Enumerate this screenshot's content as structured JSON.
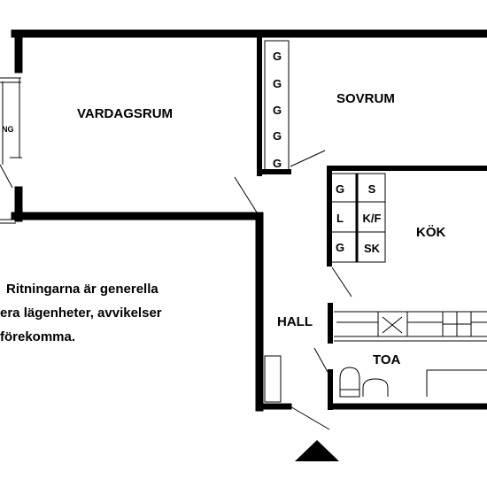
{
  "rooms": {
    "living": "VARDAGSRUM",
    "bedroom": "SOVRUM",
    "kitchen": "KÖK",
    "hall": "HALL",
    "toilet": "TOA"
  },
  "wardrobe_labels": [
    "G",
    "G",
    "G",
    "G",
    "G"
  ],
  "kitchen_units": {
    "col1": [
      "G",
      "L",
      "G"
    ],
    "col2": [
      "S",
      "K/F",
      "SK"
    ]
  },
  "balcony_fragment": "NG",
  "disclaimer": {
    "line1": "Ritningarna är generella",
    "line2": "era lägenheter, avvikelser",
    "line3": "förekomma."
  },
  "colors": {
    "wall": "#000000",
    "background": "#ffffff"
  }
}
